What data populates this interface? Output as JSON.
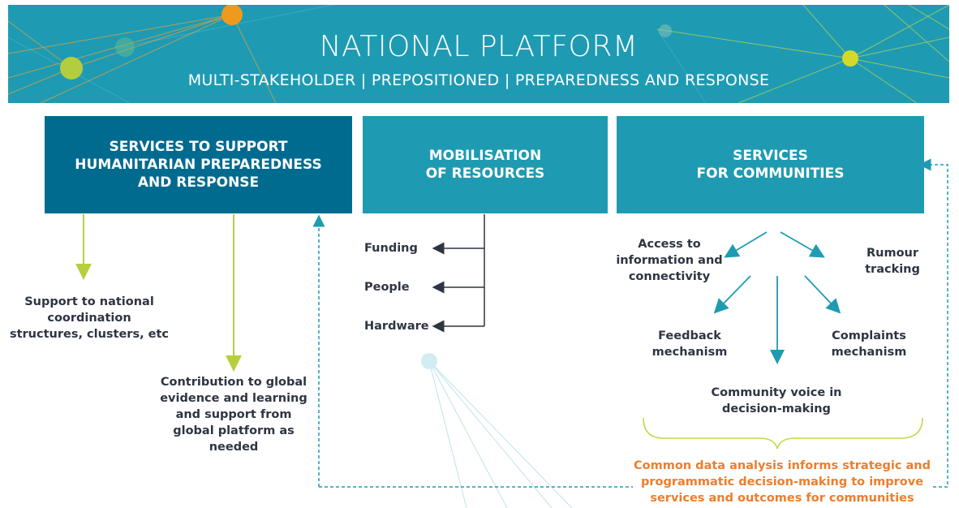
{
  "banner": {
    "title": "NATIONAL PLATFORM",
    "subtitle": "MULTI-STAKEHOLDER | PREPOSITIONED | PREPAREDNESS AND RESPONSE"
  },
  "columns": {
    "services_support": {
      "heading": [
        "SERVICES TO SUPPORT",
        "HUMANITARIAN PREPAREDNESS",
        "AND RESPONSE"
      ],
      "items": {
        "national_coordination": [
          "Support to national",
          "coordination",
          "structures, clusters, etc"
        ],
        "global_evidence": [
          "Contribution to global",
          "evidence and learning",
          "and support from",
          "global platform as",
          "needed"
        ]
      }
    },
    "mobilisation": {
      "heading": [
        "MOBILISATION",
        "OF RESOURCES"
      ],
      "items": [
        "Funding",
        "People",
        "Hardware"
      ]
    },
    "communities": {
      "heading": [
        "SERVICES",
        "FOR COMMUNITIES"
      ],
      "items": {
        "access": [
          "Access to",
          "information and",
          "connectivity"
        ],
        "rumour": [
          "Rumour",
          "tracking"
        ],
        "feedback": [
          "Feedback",
          "mechanism"
        ],
        "complaints": [
          "Complaints",
          "mechanism"
        ],
        "voice": [
          "Community voice in",
          "decision-making"
        ]
      },
      "conclusion": [
        "Common data analysis informs strategic and",
        "programmatic decision-making to improve",
        "services and outcomes for communities"
      ]
    }
  },
  "colors": {
    "banner": "#1e9bb3",
    "dark_box": "#006b8f",
    "light_box": "#1e9bb3",
    "green_arrow": "#b6cf3d",
    "teal_arrow": "#1e9bb3",
    "orange_text": "#ee7d2b",
    "dark_text": "#2e3542"
  }
}
